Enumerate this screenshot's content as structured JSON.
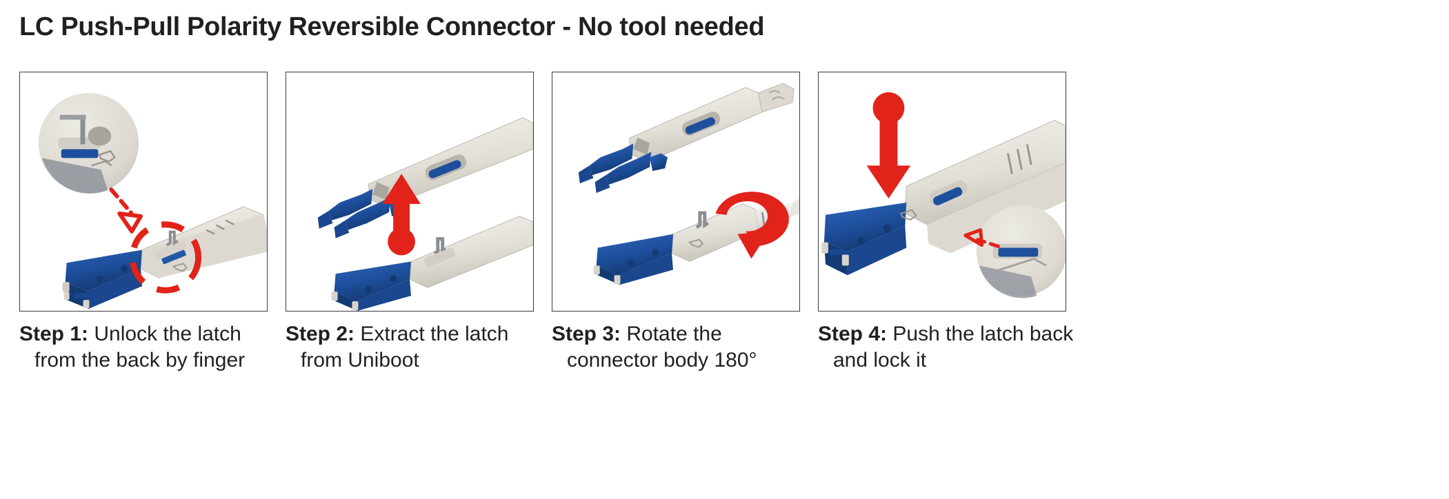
{
  "title": "LC Push-Pull Polarity Reversible Connector - No tool needed",
  "colors": {
    "accent_red": "#e2231a",
    "connector_blue": "#1d4f9c",
    "connector_blue_dark": "#15376e",
    "body_gray": "#e8e6e0",
    "body_gray_dark": "#c9c6bd",
    "border": "#3a3a3c",
    "text": "#231f20"
  },
  "steps": [
    {
      "id": "step-1",
      "lead": "Step 1:",
      "line1": "Unlock the latch",
      "line2": "from the back by finger",
      "illustration": {
        "name": "lc-connector-with-magnifier-and-dashed-callout",
        "annotations": [
          "magnifier-inset-circle",
          "dashed-red-arrow",
          "dashed-red-circle-highlight"
        ]
      }
    },
    {
      "id": "step-2",
      "lead": "Step 2:",
      "line1": "Extract the latch",
      "line2": "from Uniboot",
      "illustration": {
        "name": "latch-separated-above-connector-body",
        "annotations": [
          "red-up-arrow-with-ball"
        ]
      }
    },
    {
      "id": "step-3",
      "lead": "Step 3:",
      "line1": "Rotate the",
      "line2": "connector body 180°",
      "illustration": {
        "name": "connector-body-rotating-under-latch",
        "annotations": [
          "red-curved-rotation-arrow"
        ]
      }
    },
    {
      "id": "step-4",
      "lead": "Step 4:",
      "line1": "Push the latch back",
      "line2": "and lock it",
      "illustration": {
        "name": "latch-pushed-back-locked-with-magnifier",
        "annotations": [
          "red-down-arrow-with-ball",
          "magnifier-inset-circle",
          "dashed-red-outline-arrow"
        ]
      }
    }
  ]
}
